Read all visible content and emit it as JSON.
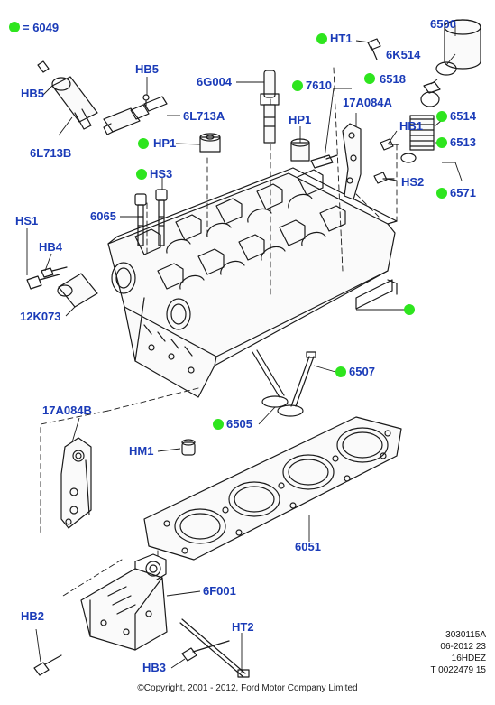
{
  "legend": {
    "dot_color": "#2ee51e",
    "text": "= 6049"
  },
  "label_color": "#1a3bb8",
  "callouts": {
    "c6500": "6500",
    "c6k514": "6K514",
    "c6518": "6518",
    "c6514": "6514",
    "c6513": "6513",
    "c6571": "6571",
    "cHT1": "HT1",
    "c7610": "7610",
    "c17a084a": "17A084A",
    "cHB1": "HB1",
    "cHS2": "HS2",
    "c6g004": "6G004",
    "cHP1a": "HP1",
    "cHP1b": "HP1",
    "cHB5a": "HB5",
    "cHB5b": "HB5",
    "c6l713a": "6L713A",
    "c6l713b": "6L713B",
    "cHS3": "HS3",
    "c6065": "6065",
    "cHS1": "HS1",
    "cHB4": "HB4",
    "c12k073": "12K073",
    "c6507": "6507",
    "c6505": "6505",
    "c17a084b": "17A084B",
    "cHM1": "HM1",
    "c6051": "6051",
    "c6f001": "6F001",
    "cHB2": "HB2",
    "cHT2": "HT2",
    "cHB3": "HB3"
  },
  "reference": {
    "line1": "3030115A",
    "line2": "06-2012 23",
    "line3": "16HDEZ",
    "line4": "T 0022479 15"
  },
  "copyright": "©Copyright, 2001 - 2012, Ford Motor Company Limited"
}
